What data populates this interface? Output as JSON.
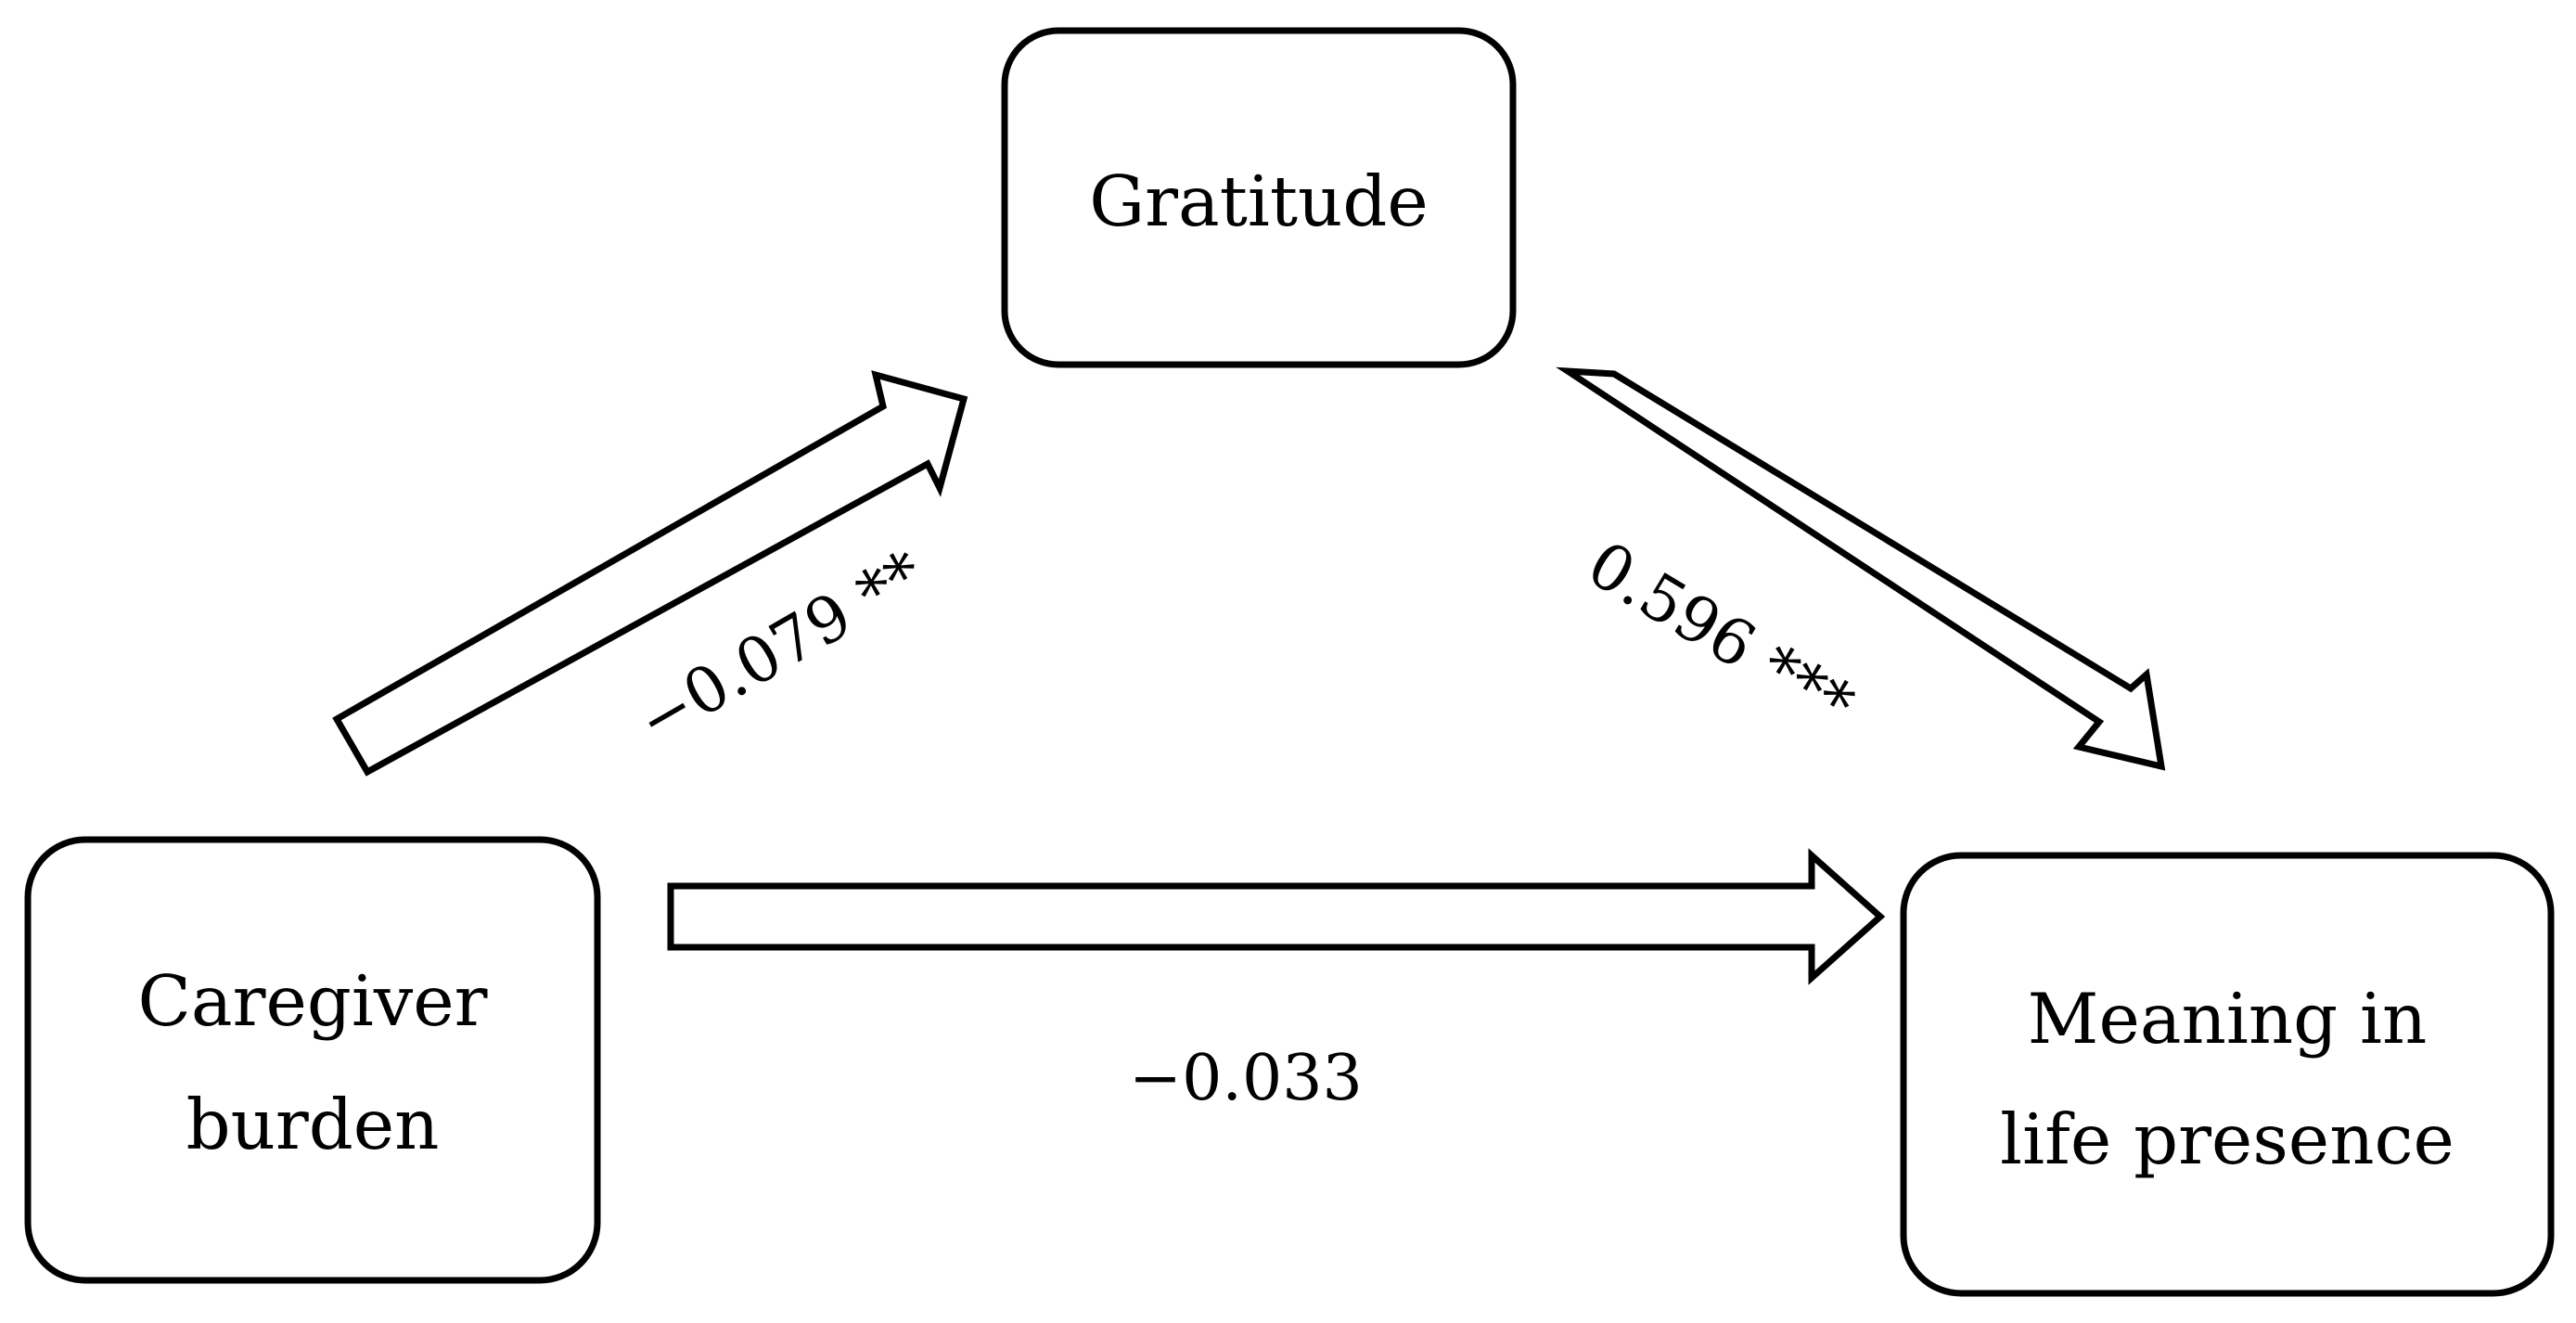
{
  "nodes": {
    "gratitude": {
      "label": "Gratitude"
    },
    "caregiver_burden": {
      "line1": "Caregiver",
      "line2": "burden"
    },
    "meaning_in_life": {
      "line1": "Meaning in",
      "line2": "life presence"
    }
  },
  "paths": {
    "burden_to_gratitude": {
      "coefficient": "−0.079 **"
    },
    "gratitude_to_meaning": {
      "coefficient": "0.596 ***"
    },
    "burden_to_meaning": {
      "coefficient": "−0.033"
    }
  }
}
